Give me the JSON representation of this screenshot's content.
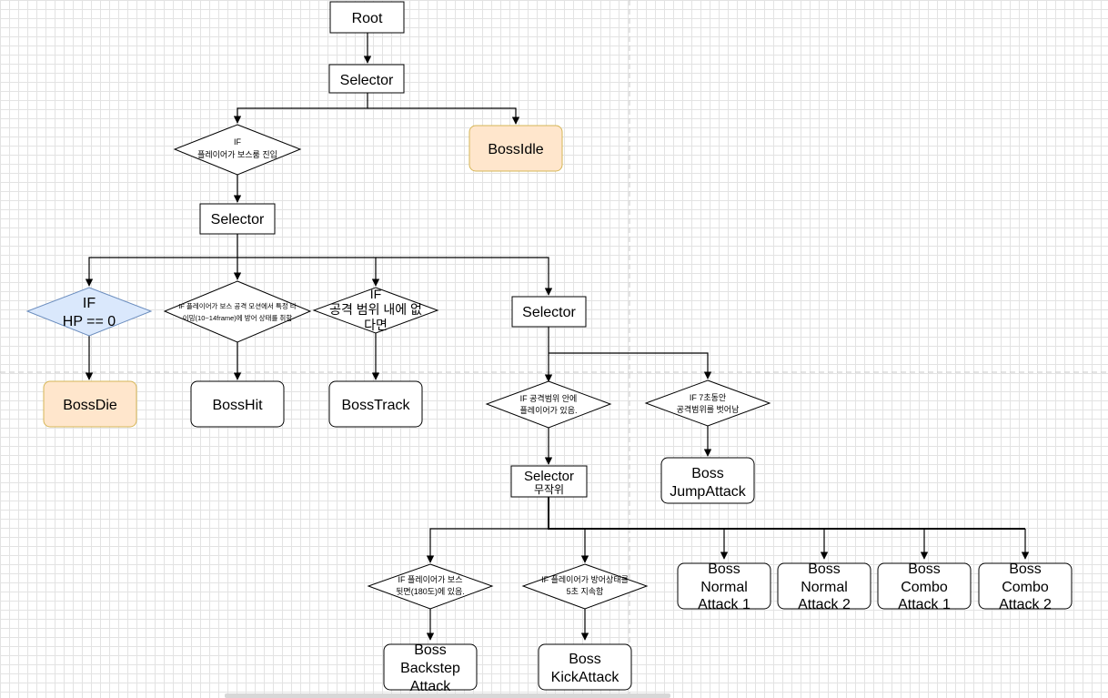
{
  "diagram": {
    "root": "Root",
    "selector_top": "Selector",
    "cond_player_enter": [
      "IF",
      "플레이어가 보스룸 진입"
    ],
    "boss_idle": "BossIdle",
    "selector_main": "Selector",
    "cond_hp_zero": [
      "IF",
      "HP == 0"
    ],
    "cond_defend": [
      "IF 플레이어가 보스 공격 모션에서 특정 타",
      "이밍(10~14frame)에 방어 상태를 취함"
    ],
    "cond_out_of_range": [
      "IF",
      "공격 범위 내에 없",
      "다면"
    ],
    "selector_attack": "Selector",
    "boss_die": "BossDie",
    "boss_hit": "BossHit",
    "boss_track": "BossTrack",
    "cond_in_range": [
      "IF 공격범위 안에",
      "플레이어가 있음."
    ],
    "cond_out_7s": [
      "IF 7초동안",
      "공격범위를 벗어남"
    ],
    "selector_random": [
      "Selector",
      "무작위"
    ],
    "boss_jump_attack": [
      "Boss",
      "JumpAttack"
    ],
    "cond_behind": [
      "IF 플레이어가 보스",
      "뒷면(180도)에 있음."
    ],
    "cond_defend_5s": [
      "IF 플레이어가 방어상태를",
      "5초 지속함"
    ],
    "boss_normal_attack_1": [
      "Boss",
      "Normal",
      "Attack 1"
    ],
    "boss_normal_attack_2": [
      "Boss",
      "Normal",
      "Attack 2"
    ],
    "boss_combo_attack_1": [
      "Boss",
      "Combo",
      "Attack 1"
    ],
    "boss_combo_attack_2": [
      "Boss",
      "Combo",
      "Attack 2"
    ],
    "boss_backstep_attack": [
      "Boss",
      "Backstep",
      "Attack"
    ],
    "boss_kick_attack": [
      "Boss",
      "KickAttack"
    ]
  },
  "colors": {
    "orange_fill": "#ffe6cc",
    "orange_stroke": "#d6b656",
    "blue_fill": "#dae8fc",
    "blue_stroke": "#6c8ebf",
    "line": "#000000"
  }
}
